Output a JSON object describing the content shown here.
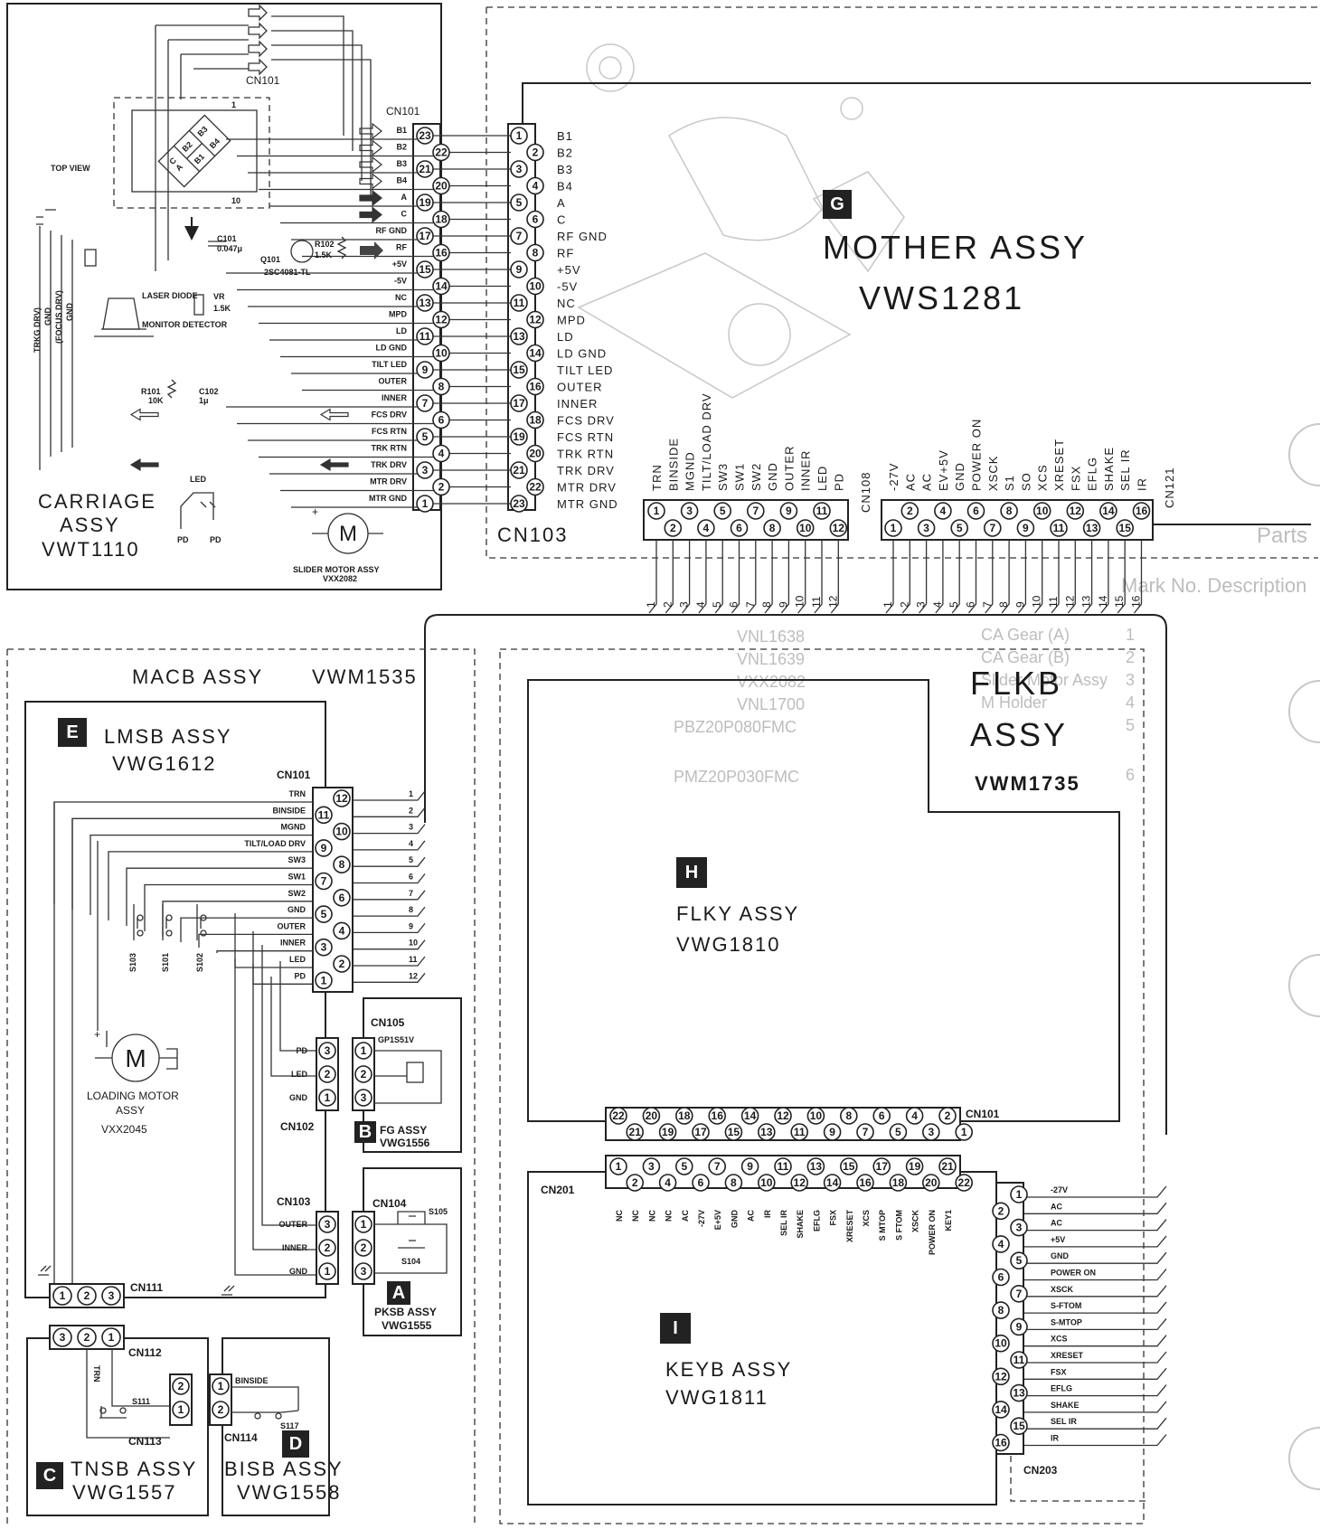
{
  "mother": {
    "badge": "G",
    "title": "MOTHER  ASSY",
    "code": "VWS1281",
    "cn103_label": "CN103",
    "cn103_pins": [
      "B1",
      "B2",
      "B3",
      "B4",
      "A",
      "C",
      "RF GND",
      "RF",
      "+5V",
      "-5V",
      "NC",
      "MPD",
      "LD",
      "LD GND",
      "TILT LED",
      "OUTER",
      "INNER",
      "FCS DRV",
      "FCS RTN",
      "TRK RTN",
      "TRK DRV",
      "MTR DRV",
      "MTR GND"
    ],
    "cn108_label": "CN108",
    "cn108_pins": [
      "TRN",
      "BINSIDE",
      "MGND",
      "TILT/LOAD DRV",
      "SW3",
      "SW1",
      "SW2",
      "GND",
      "OUTER",
      "INNER",
      "LED",
      "PD"
    ],
    "cn121_label": "CN121",
    "cn121_pins": [
      "-27V",
      "AC",
      "AC",
      "EV+5V",
      "GND",
      "POWER ON",
      "XSCK",
      "S1",
      "SO",
      "XCS",
      "XRESET",
      "FSX",
      "EFLG",
      "SHAKE",
      "SEL IR",
      "IR"
    ]
  },
  "carriage": {
    "title_line1": "CARRIAGE",
    "title_line2": "ASSY",
    "code": "VWT1110",
    "cn101_top": "CN101",
    "cn101": "CN101",
    "top_view": "TOP VIEW",
    "pins": [
      "B1",
      "B2",
      "B3",
      "B4",
      "A",
      "C",
      "RF GND",
      "RF",
      "+5V",
      "-5V",
      "NC",
      "MPD",
      "LD",
      "LD GND",
      "TILT LED",
      "OUTER",
      "INNER",
      "FCS DRV",
      "FCS RTN",
      "TRK RTN",
      "TRK DRV",
      "MTR DRV",
      "MTR GND"
    ],
    "c101": "C101",
    "c101_val": "0.047μ",
    "r102": "R102",
    "r102_val": "1.5K",
    "q101": "Q101",
    "q101_part": "2SC4081-TL",
    "laser_diode": "LASER DIODE",
    "monitor_detector": "MONITOR DETECTOR",
    "vr": "VR",
    "vr_val": "1.5K",
    "r101": "R101",
    "r101_val": "10K",
    "c102": "C102",
    "c102_val": "1μ",
    "led": "LED",
    "pd1": "PD",
    "pd2": "PD",
    "slider_motor": "SLIDER MOTOR ASSY",
    "slider_motor_code": "VXX2082",
    "side_labels": [
      "TRKG DRV)",
      "GND",
      "(FOCUS DRV)",
      "GND"
    ],
    "pin1": "1",
    "pin10": "10",
    "sensor_segments": [
      "A",
      "B2",
      "B1",
      "B3",
      "B4",
      "C"
    ]
  },
  "macb": {
    "title": "MACB  ASSY",
    "code": "VWM1535"
  },
  "lmsb": {
    "badge": "E",
    "title": "LMSB  ASSY",
    "code": "VWG1612",
    "cn101": "CN101",
    "pins": [
      "TRN",
      "BINSIDE",
      "MGND",
      "TILT/LOAD DRV",
      "SW3",
      "SW1",
      "SW2",
      "GND",
      "OUTER",
      "INNER",
      "LED",
      "PD"
    ],
    "switches": [
      "S103",
      "S101",
      "S102"
    ],
    "motor_line1": "LOADING MOTOR",
    "motor_line2": "ASSY",
    "motor_code": "VXX2045",
    "cn102": "CN102",
    "cn102_pins": [
      "PD",
      "LED",
      "GND"
    ],
    "cn103": "CN103",
    "cn103_pins": [
      "OUTER",
      "INNER",
      "GND"
    ],
    "cn111": "CN111",
    "motor_symbol": "M"
  },
  "fg": {
    "badge": "B",
    "title": "FG ASSY",
    "code": "VWG1556",
    "cn105": "CN105",
    "part": "GP1S51V"
  },
  "pksb": {
    "badge": "A",
    "title": "PKSB  ASSY",
    "code": "VWG1555",
    "cn104": "CN104",
    "s105": "S105",
    "s104": "S104"
  },
  "tnsb": {
    "badge": "C",
    "title": "TNSB  ASSY",
    "code": "VWG1557",
    "cn112": "CN112",
    "cn113": "CN113",
    "s111": "S111",
    "trn": "TRN"
  },
  "bisb": {
    "badge": "D",
    "title": "BISB  ASSY",
    "code": "VWG1558",
    "cn114": "CN114",
    "s117": "S117",
    "binside": "BINSIDE"
  },
  "flkb": {
    "title_line1": "FLKB",
    "title_line2": "ASSY",
    "code": "VWM1735"
  },
  "flky": {
    "badge": "H",
    "title": "FLKY  ASSY",
    "code": "VWG1810",
    "cn101": "CN101"
  },
  "keyb": {
    "badge": "I",
    "title": "KEYB  ASSY",
    "code": "VWG1811",
    "cn201": "CN201",
    "cn201_pins": [
      "NC",
      "NC",
      "NC",
      "NC",
      "AC",
      "-27V",
      "E+5V",
      "GND",
      "AC",
      "IR",
      "SEL IR",
      "SHAKE",
      "EFLG",
      "FSX",
      "XRESET",
      "XCS",
      "S MTOP",
      "S FTOM",
      "XSCK",
      "POWER ON",
      "KEY1"
    ],
    "cn203": "CN203",
    "cn203_pins": [
      "-27V",
      "AC",
      "AC",
      "+5V",
      "GND",
      "POWER ON",
      "XSCK",
      "S-FTOM",
      "S-MTOP",
      "XCS",
      "XRESET",
      "FSX",
      "EFLG",
      "SHAKE",
      "SEL IR",
      "IR"
    ]
  },
  "ghost_parts": {
    "header1": "Parts",
    "header2": "Mark  No.  Description",
    "rows": [
      "VNL1638",
      "VNL1639",
      "VXX2082",
      "VNL1700",
      "PBZ20P080FMC",
      "PMZ20P030FMC"
    ],
    "desc": [
      "CA Gear (A)",
      "CA Gear (B)",
      "Slider Motor Assy",
      "M Holder"
    ],
    "nums": [
      "1",
      "2",
      "3",
      "4",
      "5",
      "6"
    ]
  }
}
